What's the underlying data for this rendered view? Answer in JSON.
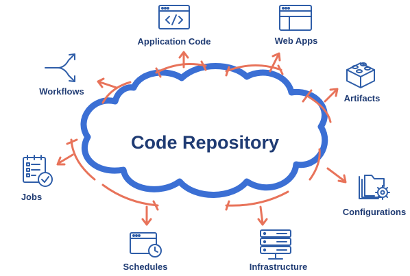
{
  "colors": {
    "cloud": "#3B6FD4",
    "arrow": "#E8735A",
    "icon": "#2E5DA8",
    "label": "#1F3B73"
  },
  "center": {
    "label": "Code Repository"
  },
  "nodes": [
    {
      "id": "application-code",
      "label": "Application Code",
      "icon": "code-window-icon"
    },
    {
      "id": "web-apps",
      "label": "Web Apps",
      "icon": "web-layout-icon"
    },
    {
      "id": "artifacts",
      "label": "Artifacts",
      "icon": "lego-brick-icon"
    },
    {
      "id": "configurations",
      "label": "Configurations",
      "icon": "folder-gear-icon"
    },
    {
      "id": "infrastructure",
      "label": "Infrastructure",
      "icon": "server-icon"
    },
    {
      "id": "schedules",
      "label": "Schedules",
      "icon": "calendar-clock-icon"
    },
    {
      "id": "jobs",
      "label": "Jobs",
      "icon": "checklist-icon"
    },
    {
      "id": "workflows",
      "label": "Workflows",
      "icon": "branch-arrows-icon"
    }
  ]
}
